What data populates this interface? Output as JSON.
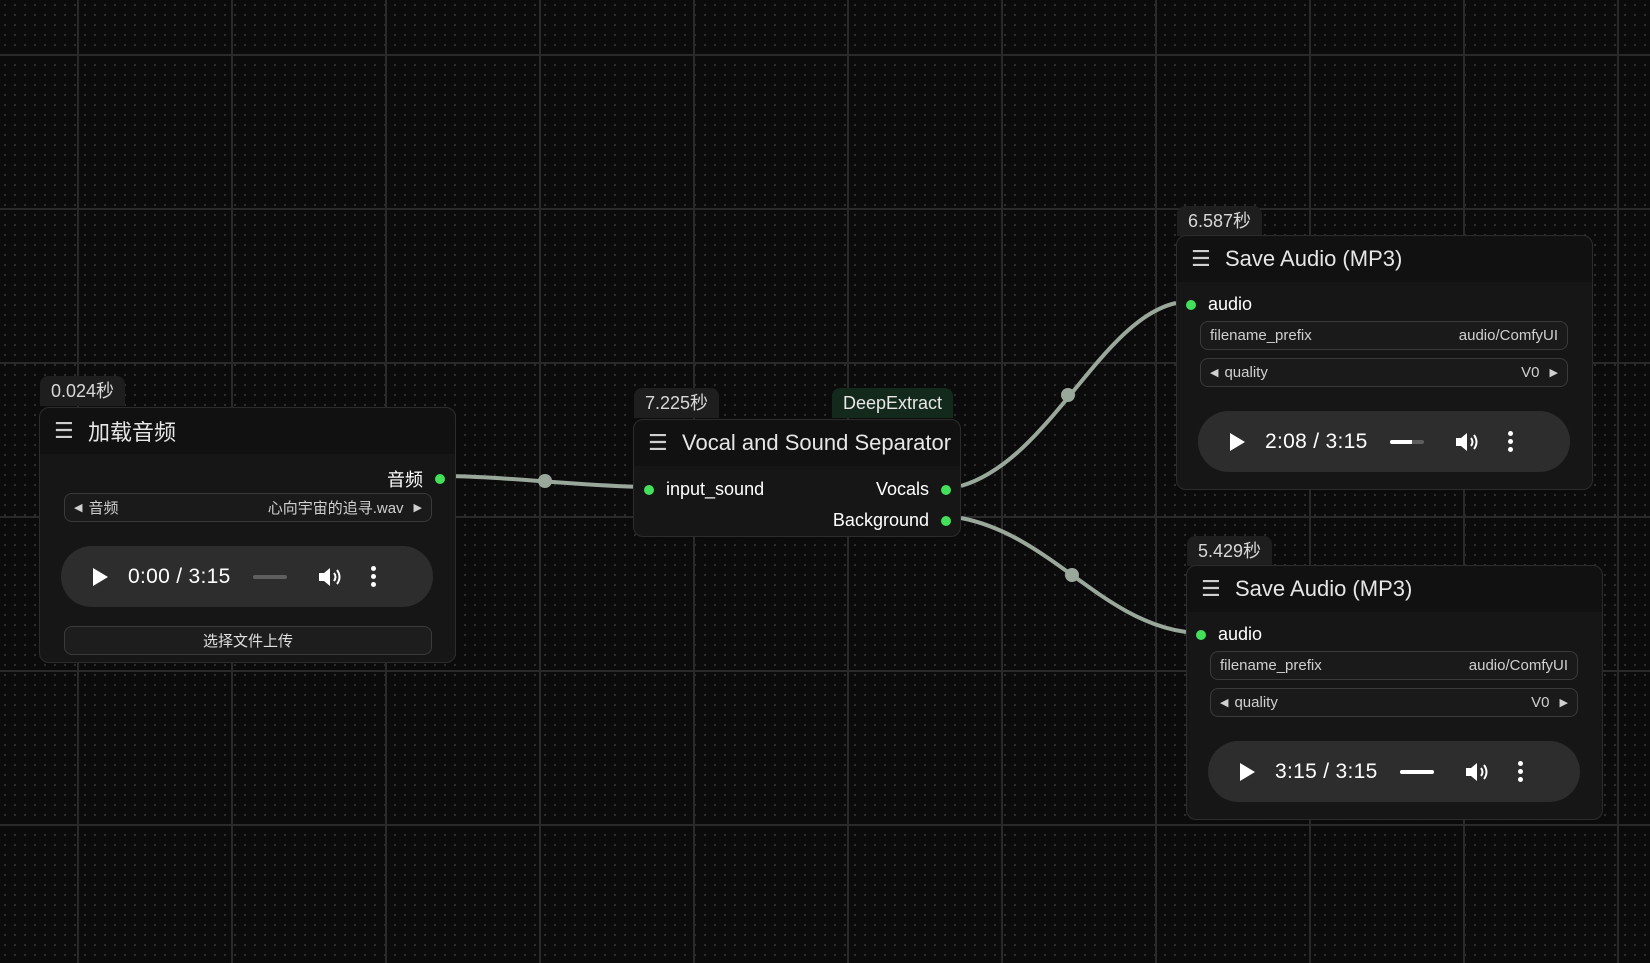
{
  "colors": {
    "canvas_bg": "#0b0b0b",
    "node_bg": "#161616",
    "slot_dot": "#43e05a",
    "wire": "#9aa89c",
    "badge_green_bg": "#13291c"
  },
  "icons": {
    "menu": "hamburger-icon",
    "play": "play-icon",
    "volume": "volume-icon",
    "more": "more-vertical-icon",
    "prev": "triangle-left-icon",
    "next": "triangle-right-icon"
  },
  "load_node": {
    "time": "0.024秒",
    "title": "加载音频",
    "output_label": "音频",
    "widget_name": "音频",
    "widget_value": "心向宇宙的追寻.wav",
    "player": {
      "time": "0:00 / 3:15",
      "progress": 0.0
    },
    "upload_label": "选择文件上传"
  },
  "separator_node": {
    "time": "7.225秒",
    "tag": "DeepExtract",
    "title": "Vocal and Sound Separator",
    "input_label": "input_sound",
    "output_vocals": "Vocals",
    "output_background": "Background"
  },
  "save_nodes": [
    {
      "time": "6.587秒",
      "title": "Save Audio (MP3)",
      "input_label": "audio",
      "prefix_name": "filename_prefix",
      "prefix_value": "audio/ComfyUI",
      "quality_name": "quality",
      "quality_value": "V0",
      "player": {
        "time": "2:08 / 3:15",
        "progress": 0.66
      }
    },
    {
      "time": "5.429秒",
      "title": "Save Audio (MP3)",
      "input_label": "audio",
      "prefix_name": "filename_prefix",
      "prefix_value": "audio/ComfyUI",
      "quality_name": "quality",
      "quality_value": "V0",
      "player": {
        "time": "3:15 / 3:15",
        "progress": 1.0
      }
    }
  ]
}
